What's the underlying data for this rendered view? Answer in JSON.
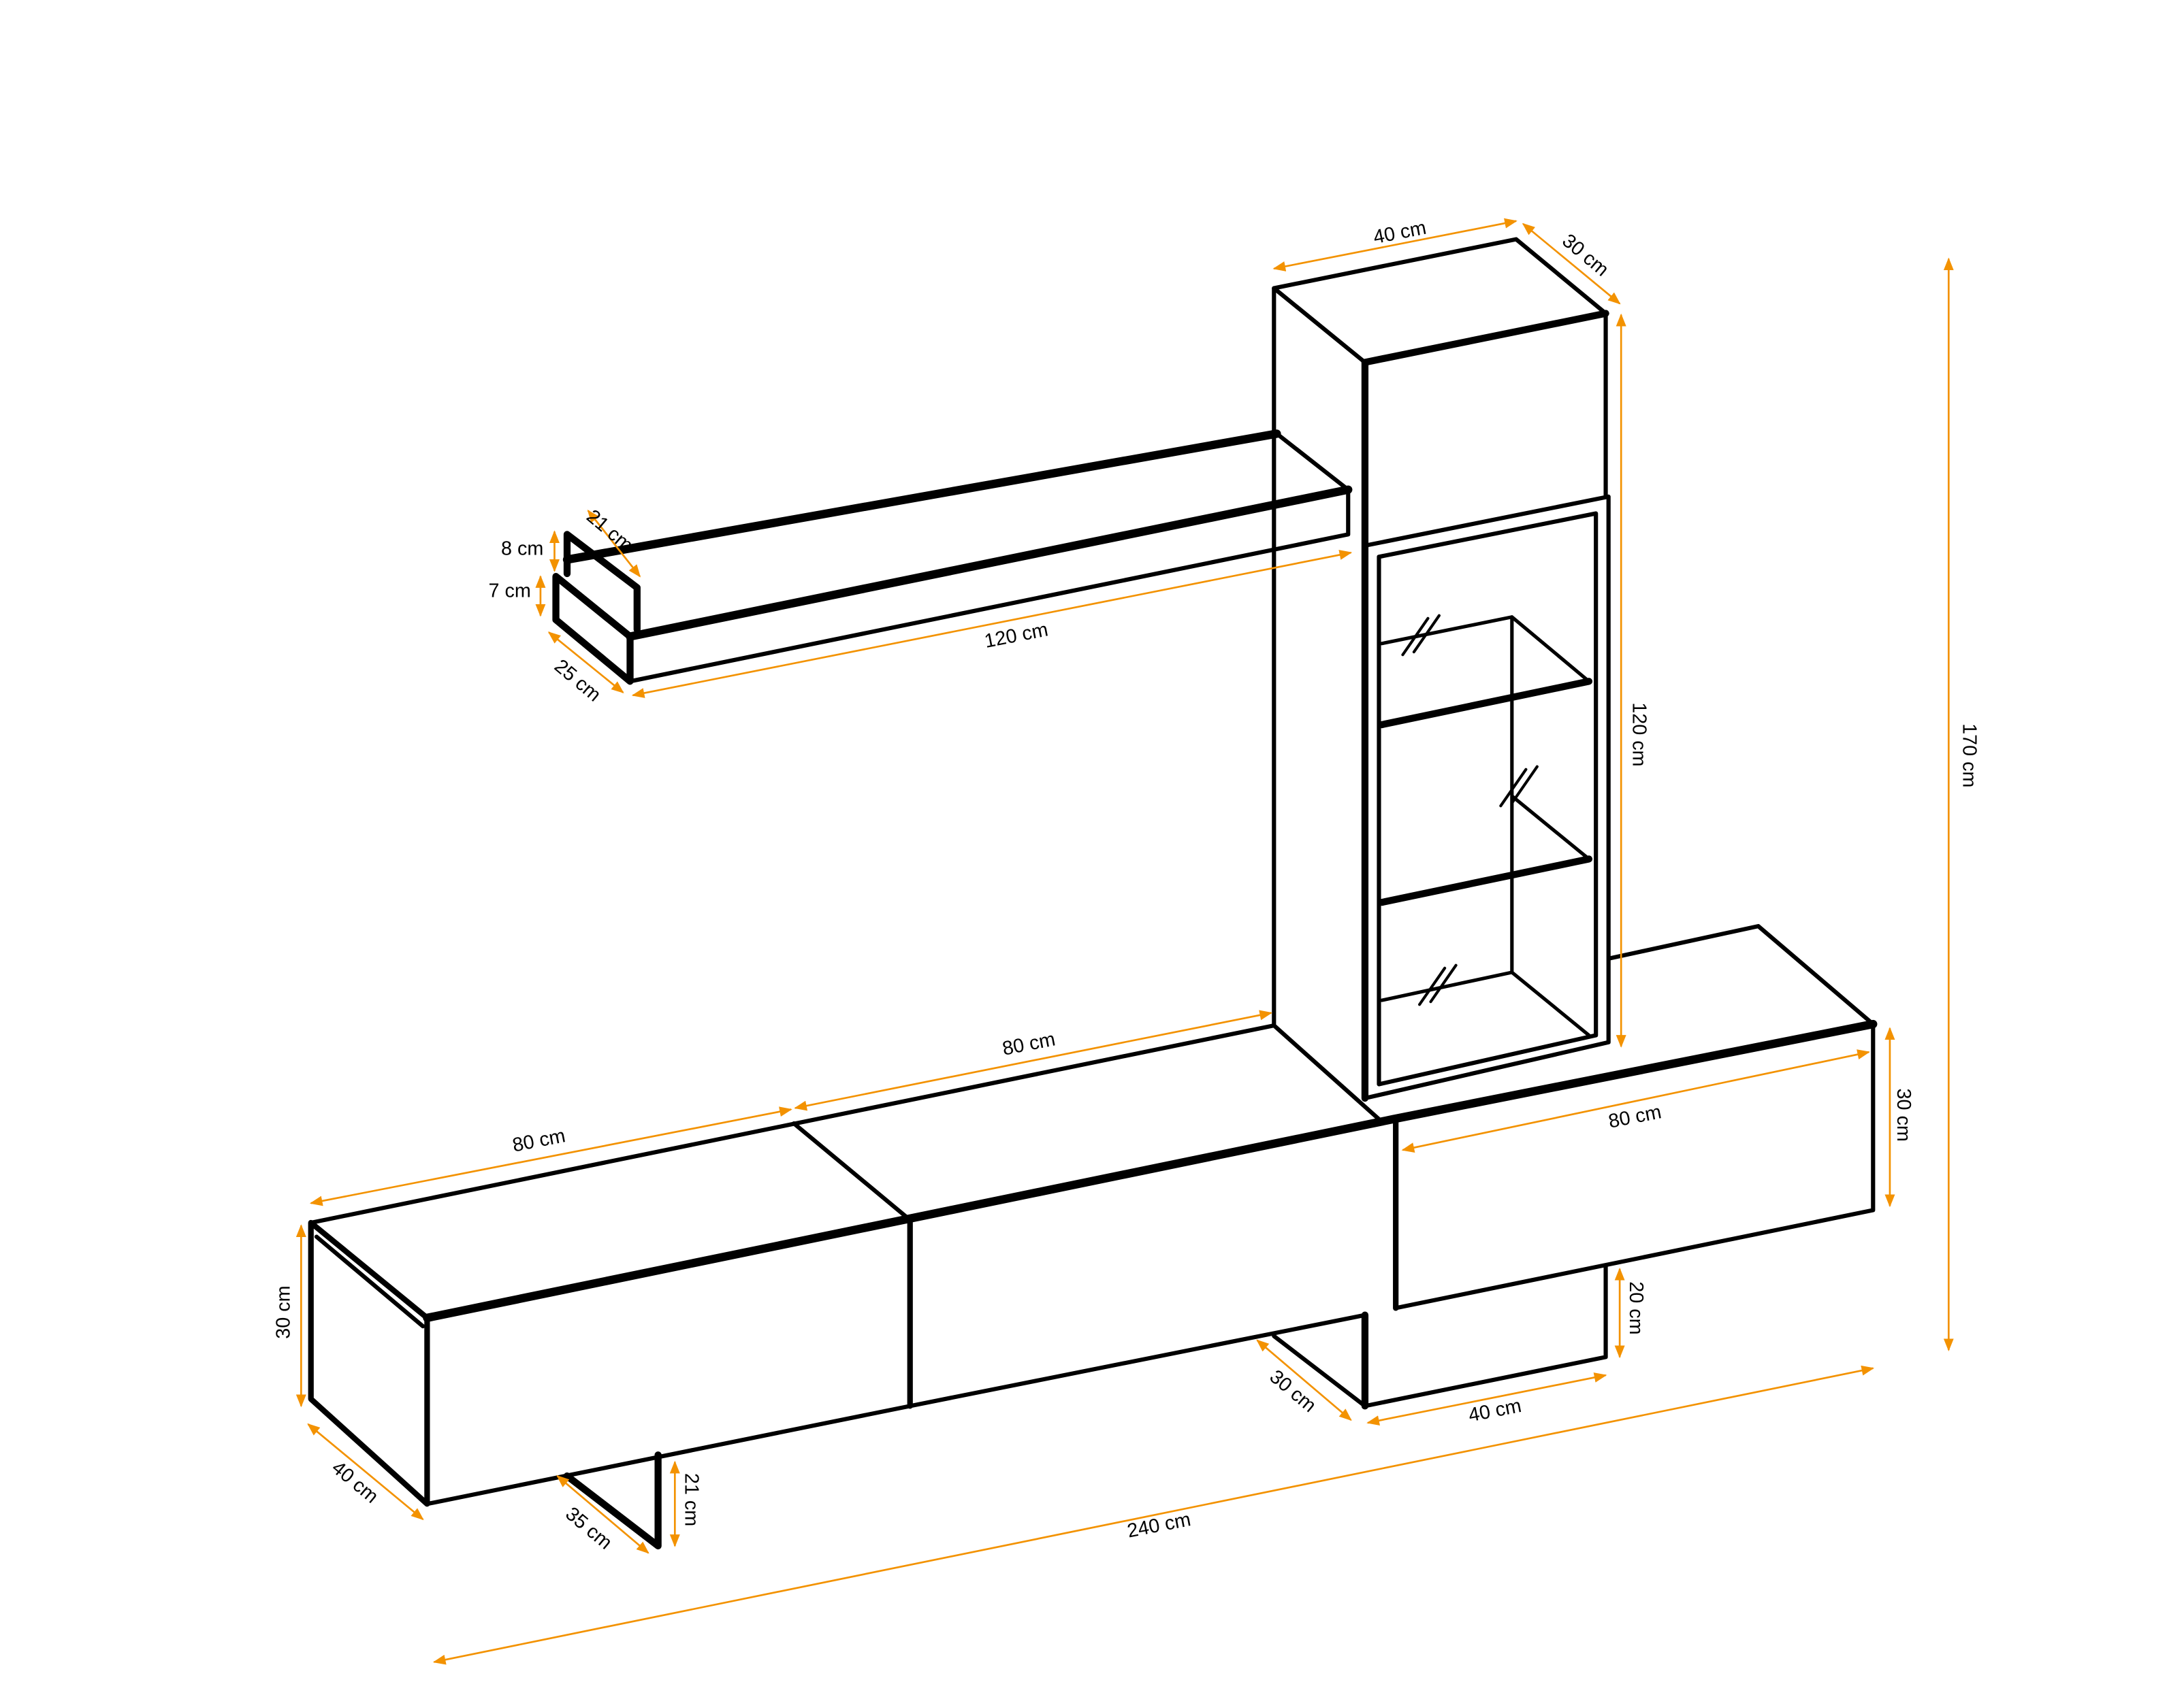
{
  "colors": {
    "outline": "#000000",
    "dimension": "#F39200",
    "background": "#FFFFFF"
  },
  "dimensions": {
    "cabinet_width": "40 cm",
    "cabinet_depth": "30 cm",
    "cabinet_height": "120 cm",
    "total_height": "170 cm",
    "shelf_upright_height": "8 cm",
    "shelf_height": "7 cm",
    "shelf_upright_depth": "21 cm",
    "shelf_depth": "25 cm",
    "shelf_width": "120 cm",
    "middle_unit_width": "80 cm",
    "left_unit_width": "80 cm",
    "left_unit_height": "30 cm",
    "left_unit_depth": "40 cm",
    "leg_depth": "35 cm",
    "leg_height": "21 cm",
    "right_base_depth": "30 cm",
    "right_base_width": "40 cm",
    "right_base_height": "20 cm",
    "right_unit_width": "80 cm",
    "right_unit_height": "30 cm",
    "total_width": "240 cm"
  }
}
